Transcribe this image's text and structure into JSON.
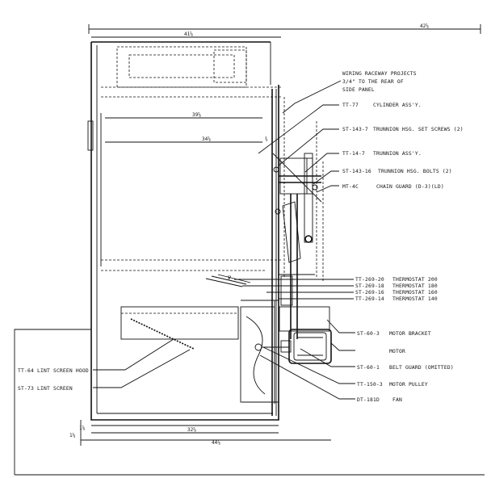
{
  "dimensions": {
    "overall_top": "42⅝",
    "cabinet_top": "41⅝",
    "inner_width_upper": "39⅝",
    "inner_width_mid": "34⅝",
    "bottom_inner": "32⅝",
    "bottom_overall": "44⅞",
    "left_small_1": "1⅝",
    "left_small_2": "1¼",
    "right_small": "¾"
  },
  "callouts": [
    {
      "id": "wiring",
      "lines": [
        "WIRING RACEWAY PROJECTS",
        "3/4\" TO THE REAR OF",
        "SIDE PANEL"
      ]
    },
    {
      "id": "cylinder",
      "part": "TT-77",
      "desc": "CYLINDER ASS'Y."
    },
    {
      "id": "trunnion-hsg",
      "part": "ST-143-7",
      "desc": "TRUNNION HSG. SET SCREWS (2)"
    },
    {
      "id": "trunnion",
      "part": "TT-14-7",
      "desc": "TRUNNION ASS'Y."
    },
    {
      "id": "trunnion-bolts",
      "part": "ST-143-16",
      "desc": "TRUNNION HSG. BOLTS (2)"
    },
    {
      "id": "chain-guard",
      "part": "MT-4C",
      "desc": "CHAIN GUARD (D-3)(LD)"
    },
    {
      "id": "thermostat-200",
      "part": "TT-269-20",
      "desc": "THERMOSTAT 200"
    },
    {
      "id": "thermostat-180",
      "part": "ST-269-18",
      "desc": "THERMOSTAT 180"
    },
    {
      "id": "thermostat-160",
      "part": "ST-269-16",
      "desc": "THERMOSTAT 160"
    },
    {
      "id": "thermostat-140",
      "part": "TT-269-14",
      "desc": "THERMOSTAT 140"
    },
    {
      "id": "motor-bracket",
      "part": "ST-60-3",
      "desc": "MOTOR BRACKET"
    },
    {
      "id": "motor",
      "part": "",
      "desc": "MOTOR"
    },
    {
      "id": "belt-guard",
      "part": "ST-60-1",
      "desc": "BELT GUARD (OMITTED)"
    },
    {
      "id": "motor-pulley",
      "part": "TT-150-3",
      "desc": "MOTOR PULLEY"
    },
    {
      "id": "fan",
      "part": "DT-181D",
      "desc": "FAN"
    },
    {
      "id": "lint-hood",
      "part": "TT-64",
      "desc": "LINT SCREEN HOOD"
    },
    {
      "id": "lint-screen",
      "part": "ST-73",
      "desc": "LINT SCREEN"
    }
  ]
}
